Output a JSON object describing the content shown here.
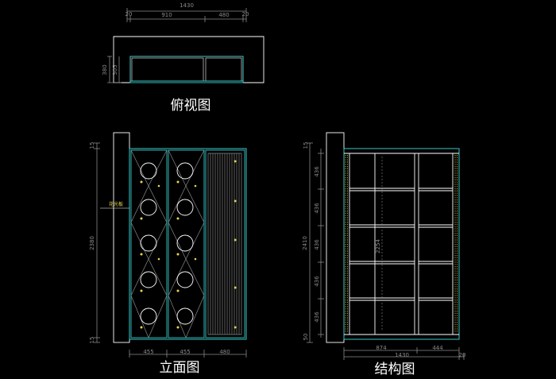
{
  "views": {
    "top": {
      "title": "俯视图",
      "dims": {
        "overall_width": "1430",
        "left_margin": "20",
        "left_section": "910",
        "right_section": "480",
        "right_margin": "20",
        "depth_outer": "380",
        "depth_inner": "305"
      }
    },
    "elevation": {
      "title": "立面图",
      "material_tag": "花光板",
      "dims": {
        "total_height": "2380",
        "top_gap": "15",
        "bottom_gap": "15",
        "panel_1": "455",
        "panel_2": "455",
        "panel_3": "480"
      }
    },
    "structure": {
      "title": "结构图",
      "dims": {
        "total_height": "2410",
        "inner_height": "2254",
        "shelf_1": "436",
        "shelf_2": "436",
        "shelf_3": "436",
        "shelf_4": "436",
        "shelf_5": "436",
        "top_gap": "15",
        "bottom_gap": "50",
        "bottom_left": "874",
        "bottom_right": "444",
        "bottom_total": "1430",
        "bottom_margin": "20"
      }
    }
  },
  "colors": {
    "background": "#000000",
    "line_white": "#ffffff",
    "line_cyan": "#37c8c8",
    "dim_gray": "#8a8a8a",
    "accent_yellow": "#e6d84a"
  }
}
